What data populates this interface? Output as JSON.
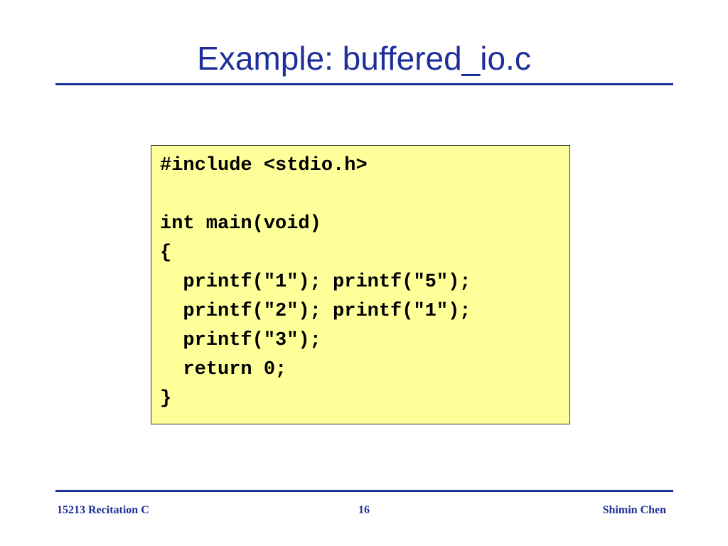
{
  "slide": {
    "title": "Example: buffered_io.c",
    "code_lines": [
      "#include <stdio.h>",
      "",
      "int main(void)",
      "{",
      "  printf(\"1\"); printf(\"5\");",
      "  printf(\"2\"); printf(\"1\");",
      "  printf(\"3\");",
      "  return 0;",
      "}"
    ],
    "footer": {
      "left": "15213 Recitation C",
      "page_number": "16",
      "right": "Shimin Chen"
    }
  },
  "colors": {
    "title_blue": "#1f2f99",
    "code_background": "#ffff99",
    "code_border": "#333333"
  }
}
